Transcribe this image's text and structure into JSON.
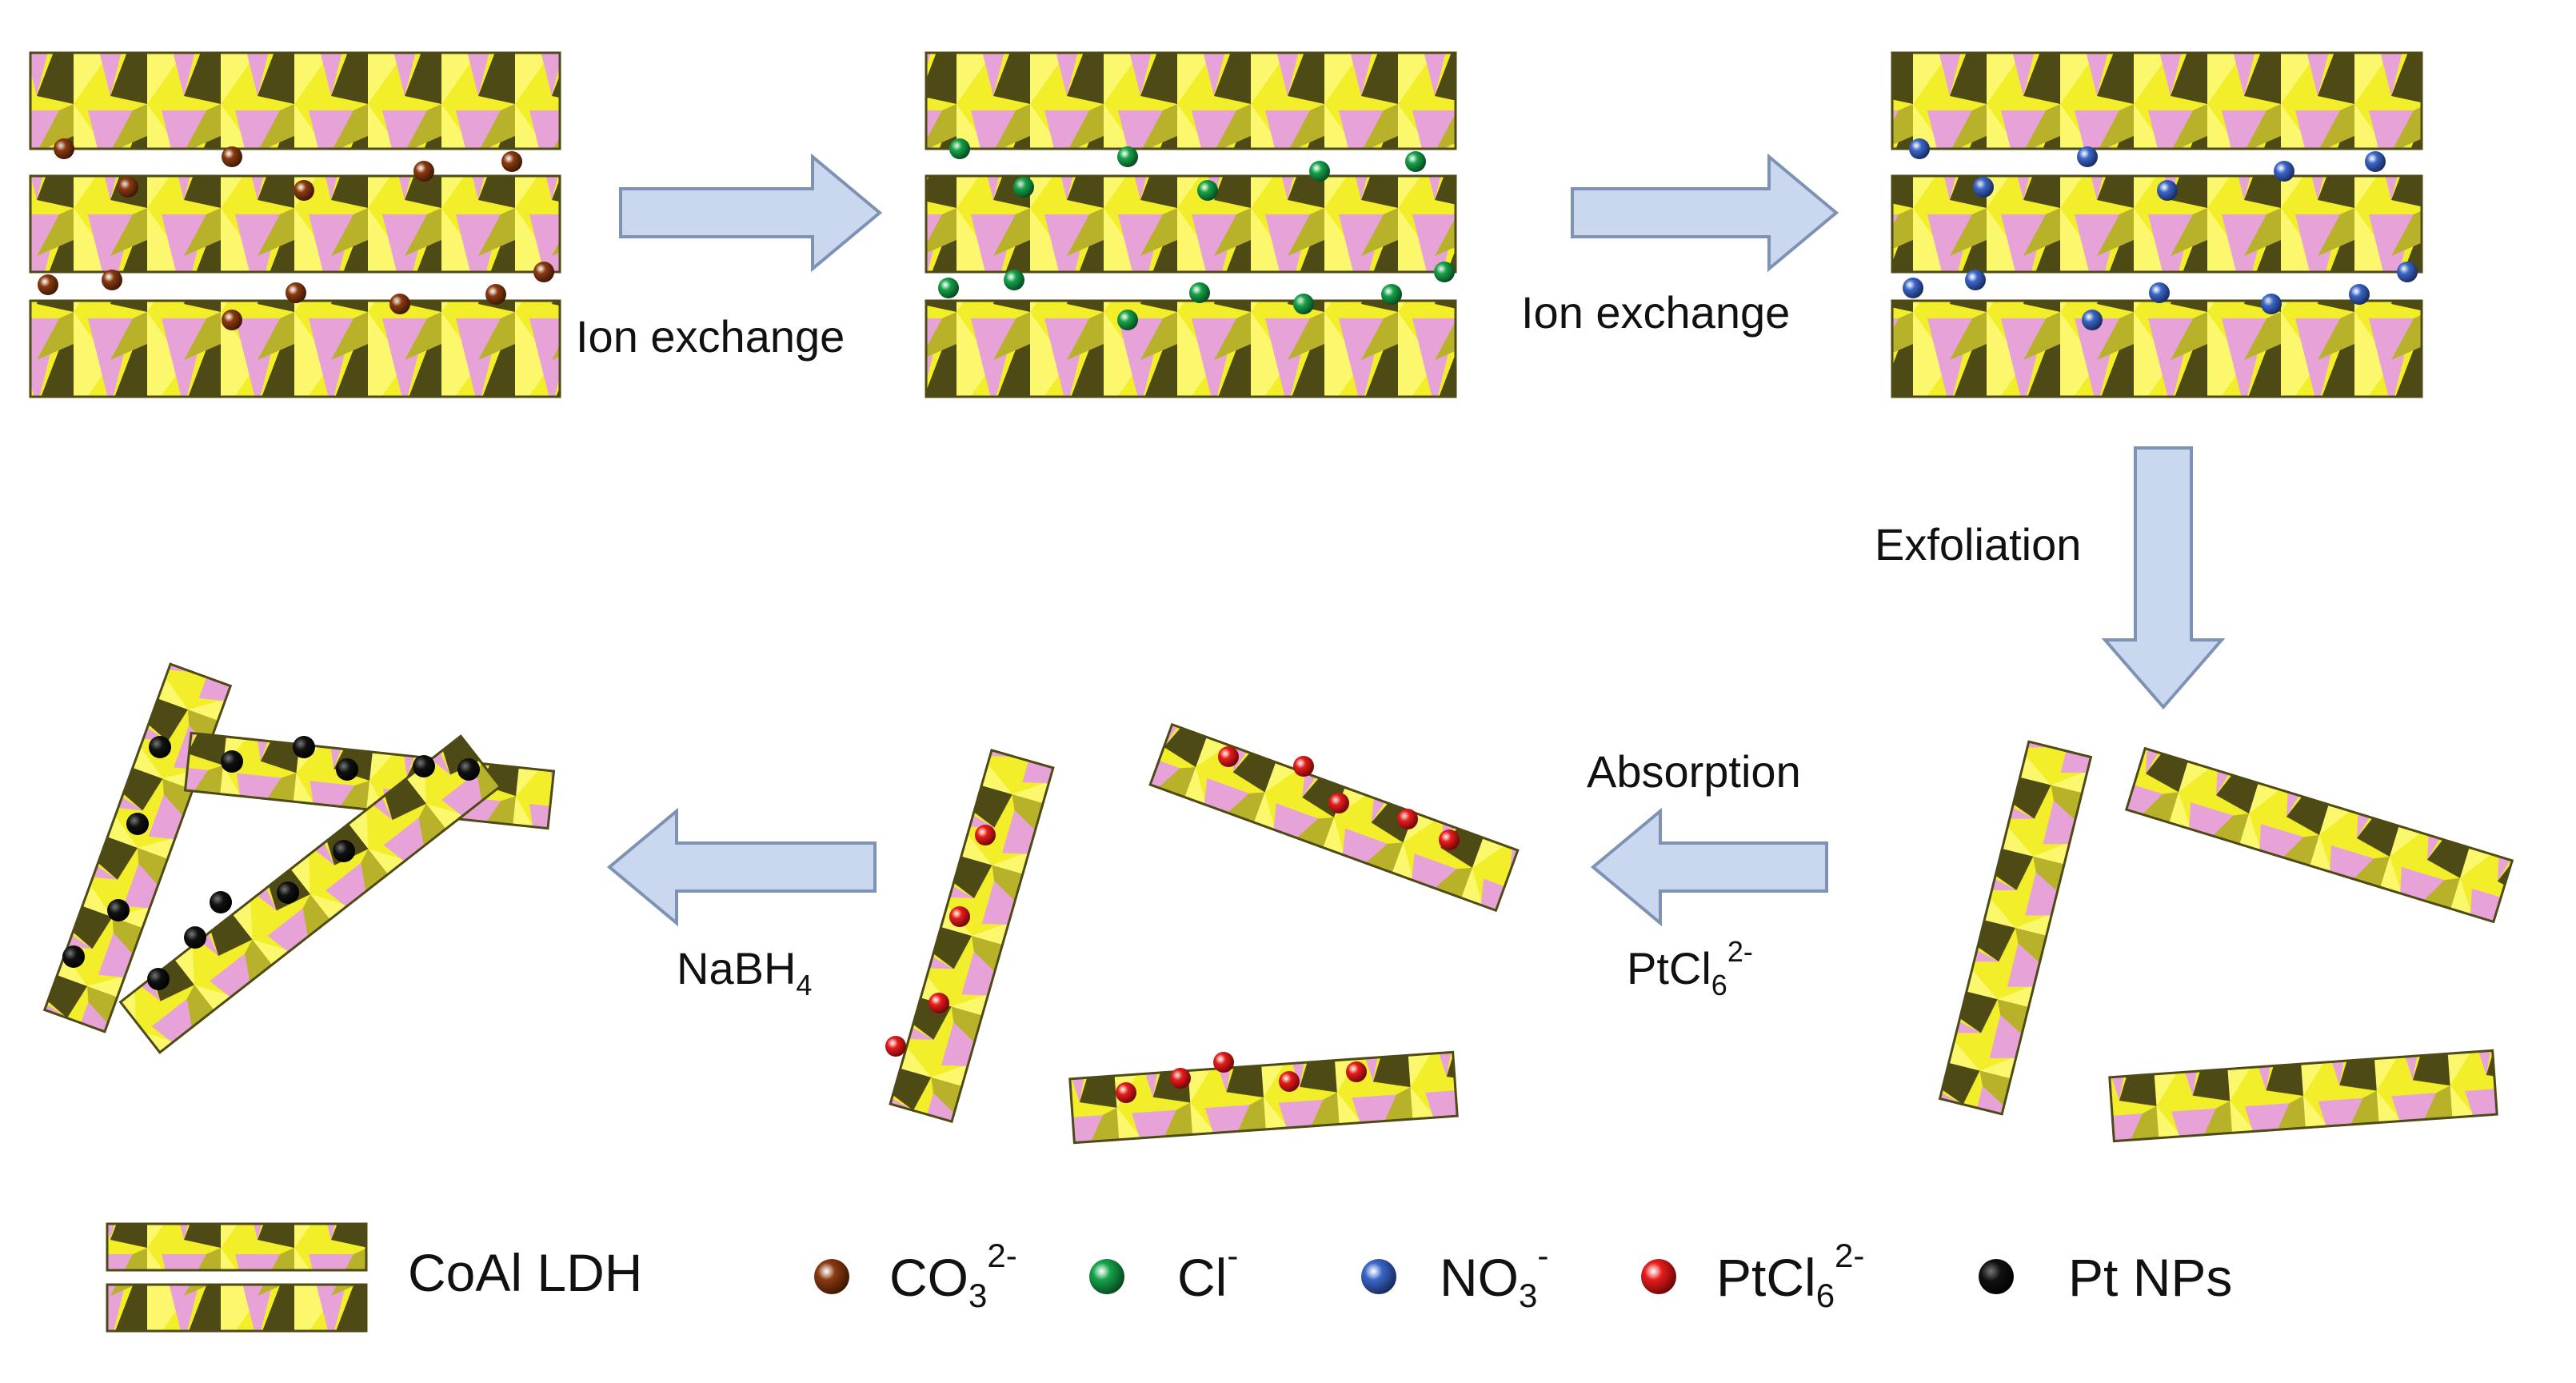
{
  "steps": {
    "ion_exchange_1": "Ion exchange",
    "ion_exchange_2": "Ion exchange",
    "exfoliation": "Exfoliation",
    "absorption": "Absorption",
    "ptcl6_base": "PtCl",
    "ptcl6_sub": "6",
    "ptcl6_sup": "2-",
    "nabh4_base": "NaBH",
    "nabh4_sub": "4"
  },
  "legend": {
    "ldh": "CoAl LDH",
    "co3_base": "CO",
    "co3_sub": "3",
    "co3_sup": "2-",
    "cl_base": "Cl",
    "cl_sup": "-",
    "no3_base": "NO",
    "no3_sub": "3",
    "no3_sup": "-",
    "ptcl6_base": "PtCl",
    "ptcl6_sub": "6",
    "ptcl6_sup": "2-",
    "pt": "Pt NPs"
  },
  "colors": {
    "layer_yellow": "#f2ef2a",
    "layer_pink": "#e7a3d8",
    "layer_dark": "#4d4a16",
    "arrow_fill": "#c9d8ee",
    "arrow_stroke": "#7e92b4",
    "co3": "#8b3a10",
    "cl": "#16a34a",
    "no3": "#3b67c9",
    "ptcl6": "#e81c1c",
    "pt": "#0d0d0d"
  }
}
